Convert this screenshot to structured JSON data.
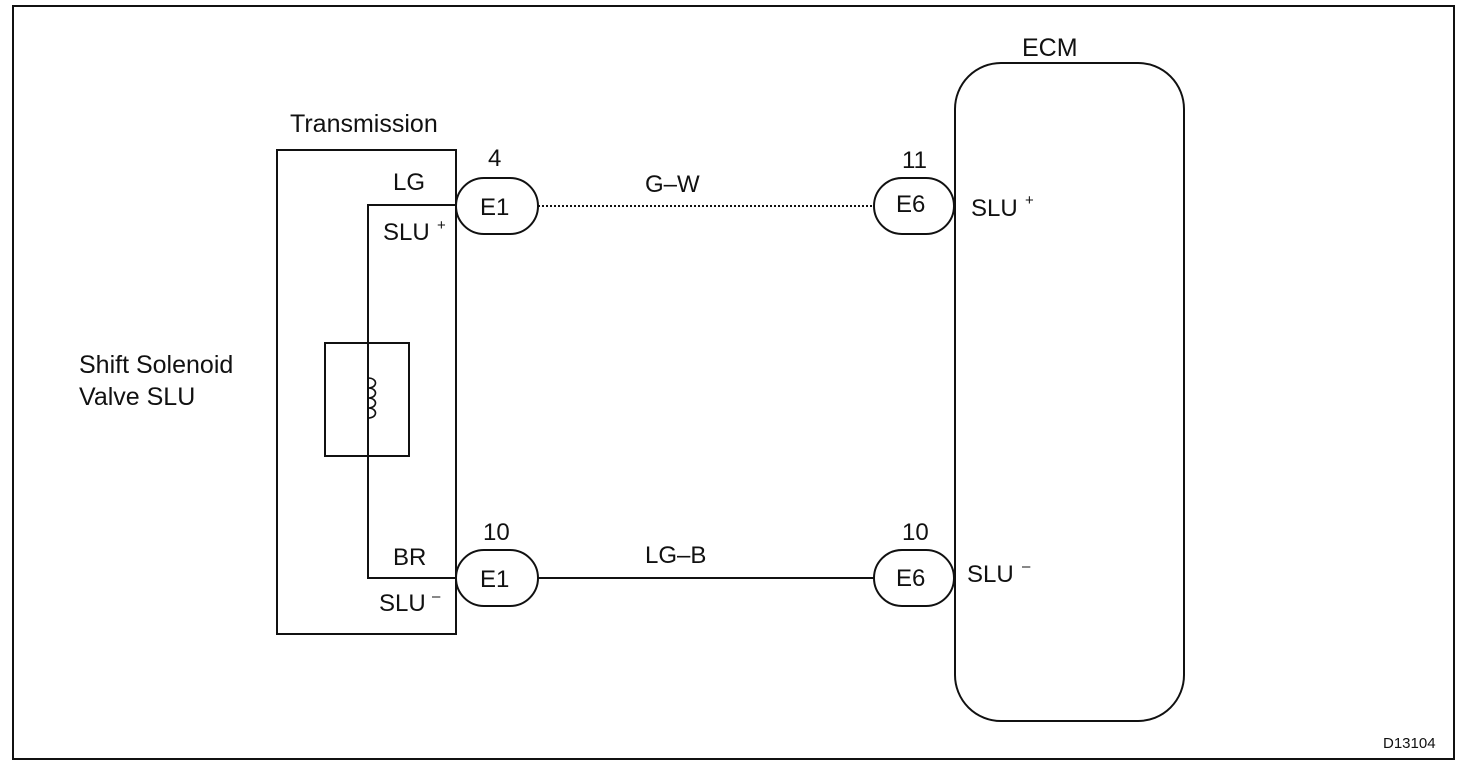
{
  "diagram": {
    "figure_id": "D13104",
    "solenoid_label": {
      "line1": "Shift Solenoid",
      "line2": "Valve SLU"
    },
    "transmission": {
      "title": "Transmission"
    },
    "ecm": {
      "title": "ECM"
    },
    "circuits": [
      {
        "wire_color": "G–W",
        "wire_style": "dotted",
        "trans_pin_color": "LG",
        "trans_signal": "SLU",
        "trans_signal_sign": "+",
        "trans_connector": "E1",
        "trans_pin": "4",
        "ecm_connector": "E6",
        "ecm_pin": "11",
        "ecm_signal": "SLU",
        "ecm_signal_sign": "+"
      },
      {
        "wire_color": "LG–B",
        "wire_style": "solid",
        "trans_pin_color": "BR",
        "trans_signal": "SLU",
        "trans_signal_sign": "–",
        "trans_connector": "E1",
        "trans_pin": "10",
        "ecm_connector": "E6",
        "ecm_pin": "10",
        "ecm_signal": "SLU",
        "ecm_signal_sign": "–"
      }
    ]
  }
}
